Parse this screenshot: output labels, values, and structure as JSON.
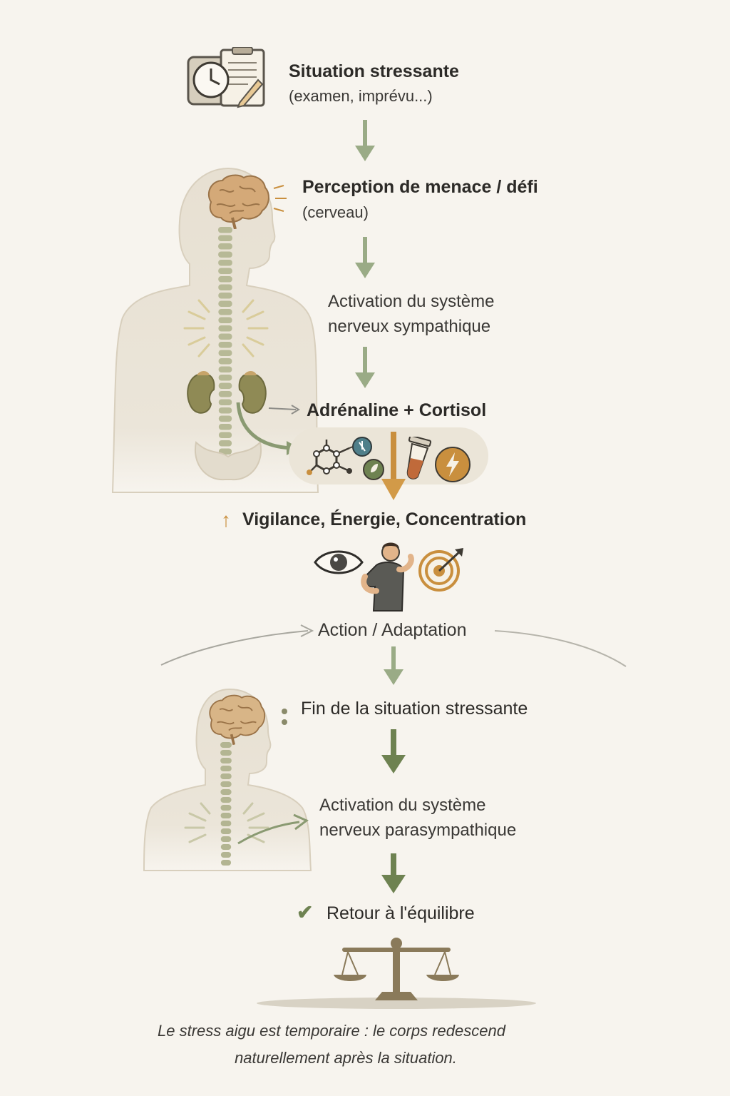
{
  "steps": {
    "stressful_situation": {
      "title": "Situation stressante",
      "subtitle": "(examen, imprévu...)"
    },
    "perception": {
      "title": "Perception de menace / défi",
      "subtitle": "(cerveau)"
    },
    "sympathetic": {
      "line1": "Activation du système",
      "line2": "nerveux sympathique"
    },
    "hormones": {
      "title": "Adrénaline + Cortisol"
    },
    "effects": {
      "arrow_glyph": "↑",
      "title": "Vigilance, Énergie, Concentration"
    },
    "action": {
      "title": "Action / Adaptation"
    },
    "end": {
      "title": "Fin de la situation stressante"
    },
    "parasympathetic": {
      "line1": "Activation du système",
      "line2": "nerveux parasympathique"
    },
    "balance": {
      "check_glyph": "✔",
      "title": "Retour à l'équilibre"
    }
  },
  "caption": {
    "line1": "Le stress aigu est temporaire : le corps redescend",
    "line2": "naturellement après la situation."
  },
  "icons": [
    "clipboard-clock-icon",
    "brain-icon",
    "spine-icon",
    "adrenal-gland-icon",
    "molecule-icon",
    "test-tube-icon",
    "lightning-badge-icon",
    "eye-icon",
    "running-man-icon",
    "target-icon",
    "balance-scale-icon"
  ],
  "colors": {
    "background": "#f7f4ee",
    "arrow_green": "#9aab86",
    "arrow_dark_green": "#6e8251",
    "accent_orange": "#c98f3e",
    "check_green": "#6e8251"
  }
}
